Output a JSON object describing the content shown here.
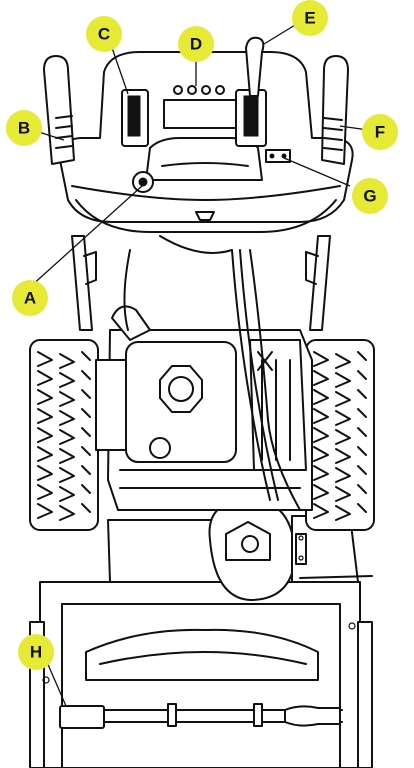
{
  "callout_color": "#e6e936",
  "line_color": "#111111",
  "callouts": [
    {
      "id": "A",
      "label": "A"
    },
    {
      "id": "B",
      "label": "B"
    },
    {
      "id": "C",
      "label": "C"
    },
    {
      "id": "D",
      "label": "D"
    },
    {
      "id": "E",
      "label": "E"
    },
    {
      "id": "F",
      "label": "F"
    },
    {
      "id": "G",
      "label": "G"
    },
    {
      "id": "H",
      "label": "H"
    }
  ],
  "icons": {
    "machine": "snow-blower-top-view-icon",
    "tires": "tire-tread-icon",
    "engine": "engine-icon"
  }
}
